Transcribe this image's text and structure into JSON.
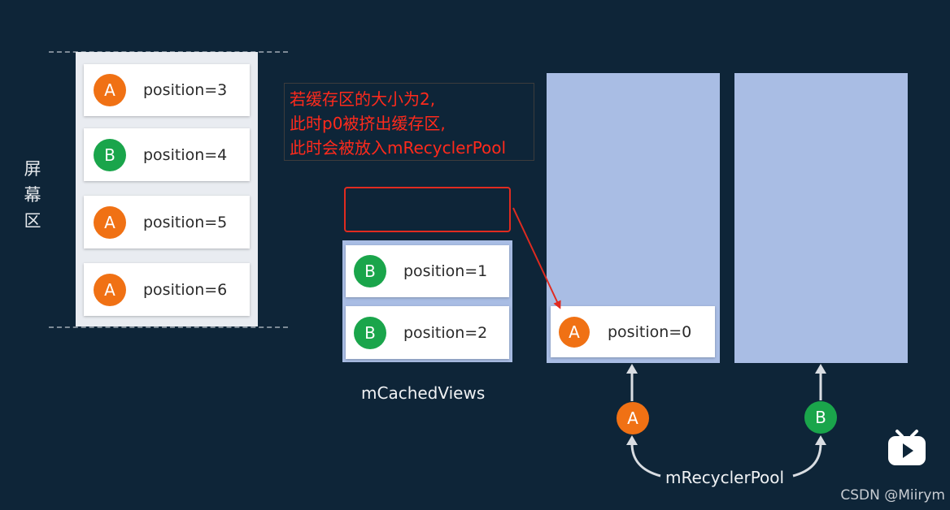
{
  "screen_area": {
    "label": "屏幕区"
  },
  "screen_items": [
    {
      "badge": "A",
      "text": "position=3"
    },
    {
      "badge": "B",
      "text": "position=4"
    },
    {
      "badge": "A",
      "text": "position=5"
    },
    {
      "badge": "A",
      "text": "position=6"
    }
  ],
  "note": {
    "line1": "若缓存区的大小为2,",
    "line2": "此时p0被挤出缓存区,",
    "line3": "此时会被放入mRecyclerPool"
  },
  "cached_views": {
    "label": "mCachedViews",
    "items": [
      {
        "badge": "B",
        "text": "position=1"
      },
      {
        "badge": "B",
        "text": "position=2"
      }
    ]
  },
  "recycler_pool": {
    "label": "mRecyclerPool",
    "pool_item": {
      "badge": "A",
      "text": "position=0"
    },
    "type_badges": [
      "A",
      "B"
    ]
  },
  "watermark": "CSDN @Miirym",
  "colors": {
    "background": "#0e2538",
    "badge_a": "#f07114",
    "badge_b": "#1aa54b",
    "pool_panel": "#a9bde4",
    "note_text": "#ff2a1c"
  }
}
